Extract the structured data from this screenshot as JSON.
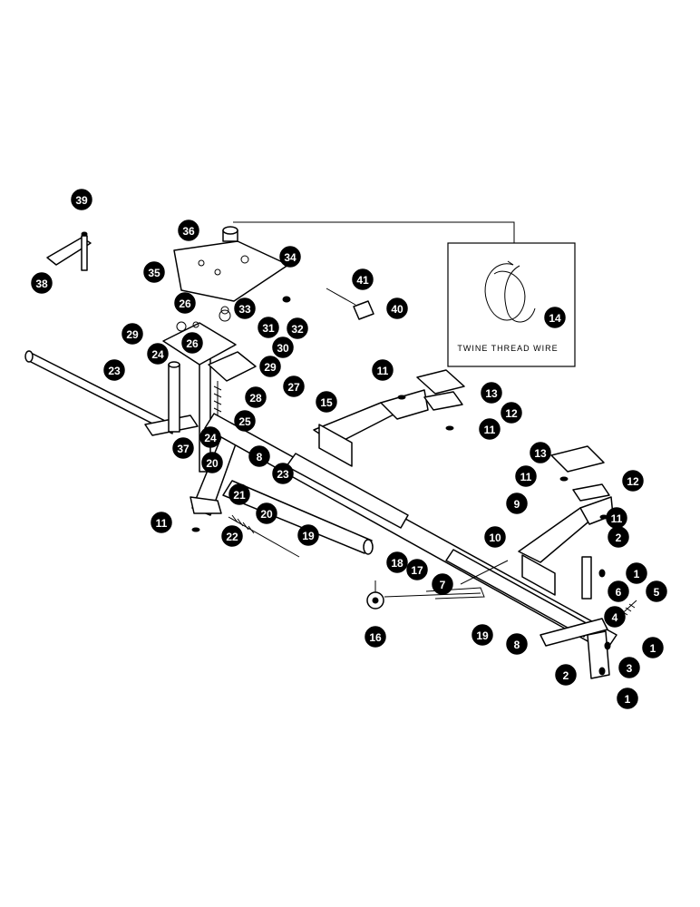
{
  "inset": {
    "label": "TWINE THREAD WIRE"
  },
  "callouts": [
    "39",
    "38",
    "36",
    "34",
    "35",
    "41",
    "26",
    "33",
    "32",
    "40",
    "29",
    "31",
    "30",
    "26",
    "24",
    "29",
    "23",
    "27",
    "28",
    "25",
    "11",
    "13",
    "12",
    "11",
    "15",
    "37",
    "24",
    "8",
    "20",
    "21",
    "23",
    "9",
    "13",
    "11",
    "12",
    "11",
    "20",
    "11",
    "22",
    "19",
    "10",
    "2",
    "18",
    "17",
    "7",
    "1",
    "6",
    "5",
    "16",
    "19",
    "4",
    "8",
    "1",
    "3",
    "2",
    "1",
    "14"
  ]
}
